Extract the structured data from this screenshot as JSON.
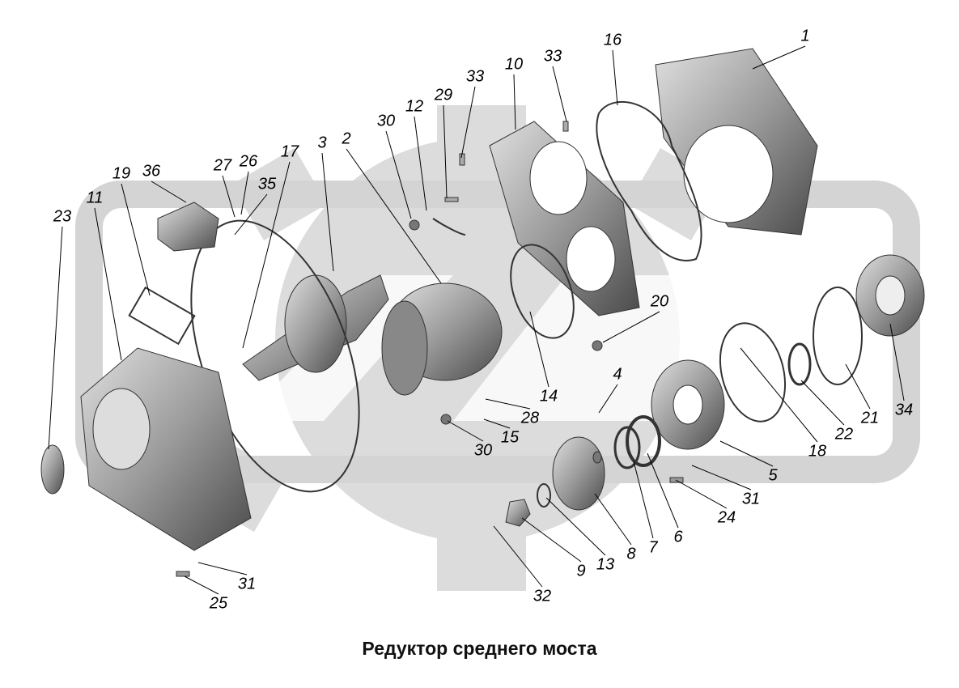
{
  "title": "Редуктор среднего моста",
  "callouts": [
    "1",
    "16",
    "33",
    "10",
    "33",
    "29",
    "12",
    "30",
    "2",
    "3",
    "17",
    "27",
    "26",
    "35",
    "36",
    "19",
    "11",
    "23",
    "20",
    "4",
    "14",
    "28",
    "15",
    "30",
    "5",
    "18",
    "22",
    "21",
    "34",
    "31",
    "24",
    "6",
    "7",
    "8",
    "13",
    "9",
    "32",
    "31",
    "25"
  ],
  "colors": {
    "watermark": "#d9d9d9",
    "part_dark": "#555555",
    "part_light": "#bdbdbd"
  }
}
